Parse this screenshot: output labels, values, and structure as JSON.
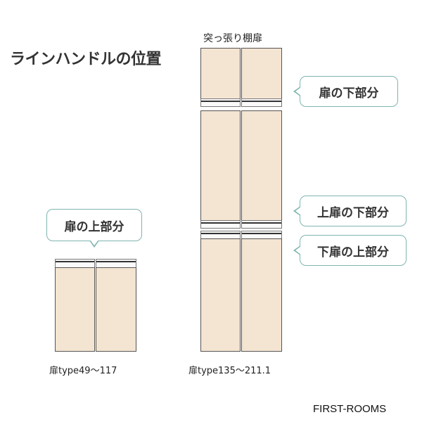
{
  "title": "ラインハンドルの位置",
  "left_cabinet": {
    "caption": "扉type49〜117",
    "callout": "扉の上部分"
  },
  "right_cabinet": {
    "top_caption": "突っ張り棚扉",
    "caption": "扉type135〜211.1",
    "callouts": {
      "top_door_bottom": "扉の下部分",
      "upper_door_bottom": "上扉の下部分",
      "lower_door_top": "下扉の上部分"
    }
  },
  "brand": "FIRST-ROOMS",
  "colors": {
    "door": "#f4e4d2",
    "callout_border": "#7fb5b0"
  }
}
